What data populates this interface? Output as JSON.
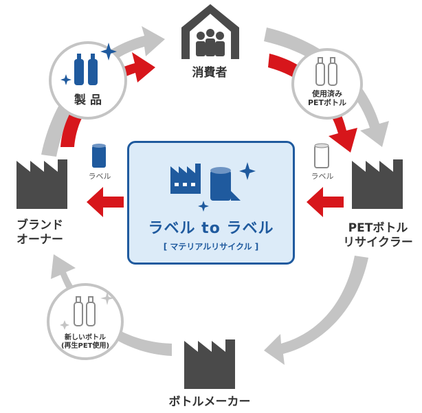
{
  "nodes": {
    "consumer": "消費者",
    "used_pet": "使用済み\nPETボトル",
    "recycler": "PETボトル\nリサイクラー",
    "bottle_maker": "ボトルメーカー",
    "new_bottle": "新しいボトル\n(再生PET使用)",
    "brand_owner": "ブランド\nオーナー",
    "product": "製 品"
  },
  "labels": {
    "label_left": "ラベル",
    "label_right": "ラベル"
  },
  "center": {
    "title": "ラベル to ラベル",
    "subtitle": "[ マテリアルリサイクル ]"
  },
  "colors": {
    "gray_arrow": "#c4c4c4",
    "red_arrow": "#d7161b",
    "dark_icon": "#4a4a4a",
    "blue": "#1f5a9e",
    "light_blue": "#dcebf8"
  }
}
